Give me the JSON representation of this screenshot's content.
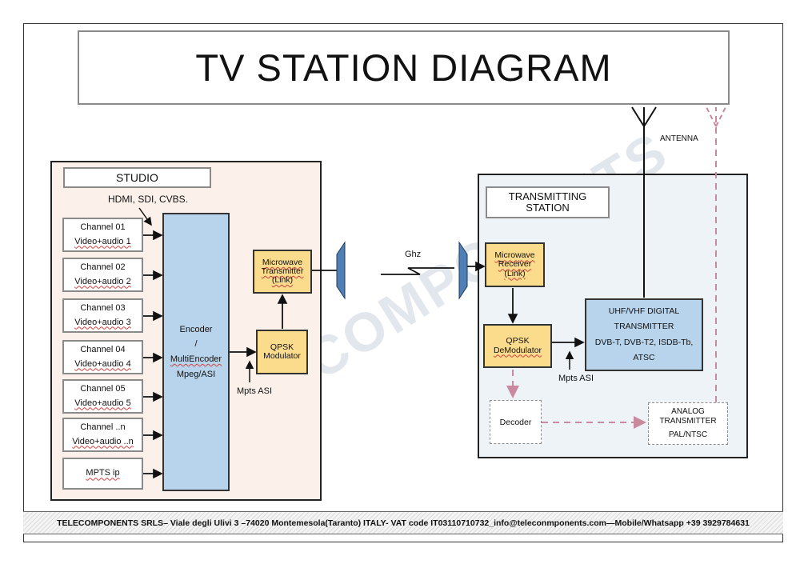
{
  "title": "TV STATION DIAGRAM",
  "watermark": "TELECOMPONENTS",
  "studio": {
    "label": "STUDIO",
    "input_note": "HDMI, SDI, CVBS.",
    "channels": [
      {
        "name": "Channel 01",
        "sub": "Video+audio 1"
      },
      {
        "name": "Channel 02",
        "sub": "Video+audio 2"
      },
      {
        "name": "Channel 03",
        "sub": "Video+audio 3"
      },
      {
        "name": "Channel 04",
        "sub": "Video+audio 4"
      },
      {
        "name": "Channel 05",
        "sub": "Video+audio 5"
      },
      {
        "name": "Channel ..n",
        "sub": "Video+audio ..n"
      }
    ],
    "mpts_ip": "MPTS ip",
    "encoder": {
      "line1": "Encoder",
      "line2": "/",
      "line3": "MultiEncoder",
      "line4": "Mpeg/ASI"
    },
    "qpsk_mod": {
      "line1": "QPSK",
      "line2": "Modulator"
    },
    "mw_tx": {
      "line1": "Microwave",
      "line2": "Transmitter",
      "line3": "(Link)"
    },
    "mpts_asi": "Mpts ASI"
  },
  "link_label": "Ghz",
  "antenna_label": "ANTENNA",
  "station": {
    "label_line1": "TRANSMITTING",
    "label_line2": "STATION",
    "mw_rx": {
      "line1": "Microwave",
      "line2": "Receiver",
      "line3": "(Link)"
    },
    "qpsk_demod": {
      "line1": "QPSK",
      "line2": "DeModulator"
    },
    "mpts_asi": "Mpts ASI",
    "transmitter": {
      "line1": "UHF/VHF DIGITAL",
      "line2": "TRANSMITTER",
      "line3": "DVB-T, DVB-T2, ISDB-Tb,",
      "line4": "ATSC"
    },
    "decoder": "Decoder",
    "analog": {
      "line1": "ANALOG",
      "line2": "TRANSMITTER",
      "line3": "PAL/NTSC"
    }
  },
  "footer": "TELECOMPONENTS SRLS– Viale degli Ulivi 3 –74020 Montemesola(Taranto) ITALY- VAT code IT03110710732_info@teleconmponents.com—Mobile/Whatsapp +39 3929784631",
  "colors": {
    "encoder_fill": "#b8d4ec",
    "module_fill": "#fbdc8c",
    "dashed_arrow": "#c98aa0",
    "dish_fill": "#4f7fb5"
  }
}
